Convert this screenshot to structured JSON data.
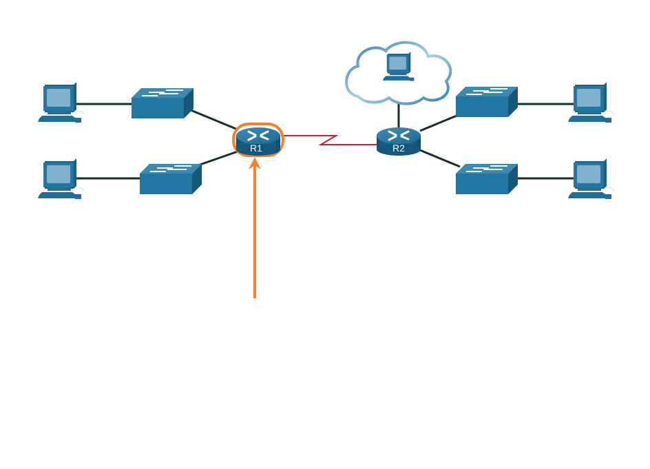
{
  "routers": [
    {
      "id": "r1",
      "label": "R1",
      "highlighted": true
    },
    {
      "id": "r2",
      "label": "R2",
      "highlighted": false
    }
  ],
  "colors": {
    "device": "#1f6e98",
    "device_light": "#7fb0cc",
    "ethernet_link": "#1b2d2a",
    "serial_link": "#c41e3a",
    "highlight": "#f4822a",
    "cloud_stroke": "#3a86b0"
  },
  "icons": [
    "pc-icon",
    "switch-icon",
    "router-icon",
    "cloud-icon",
    "arrow-up-icon",
    "serial-link-icon"
  ]
}
